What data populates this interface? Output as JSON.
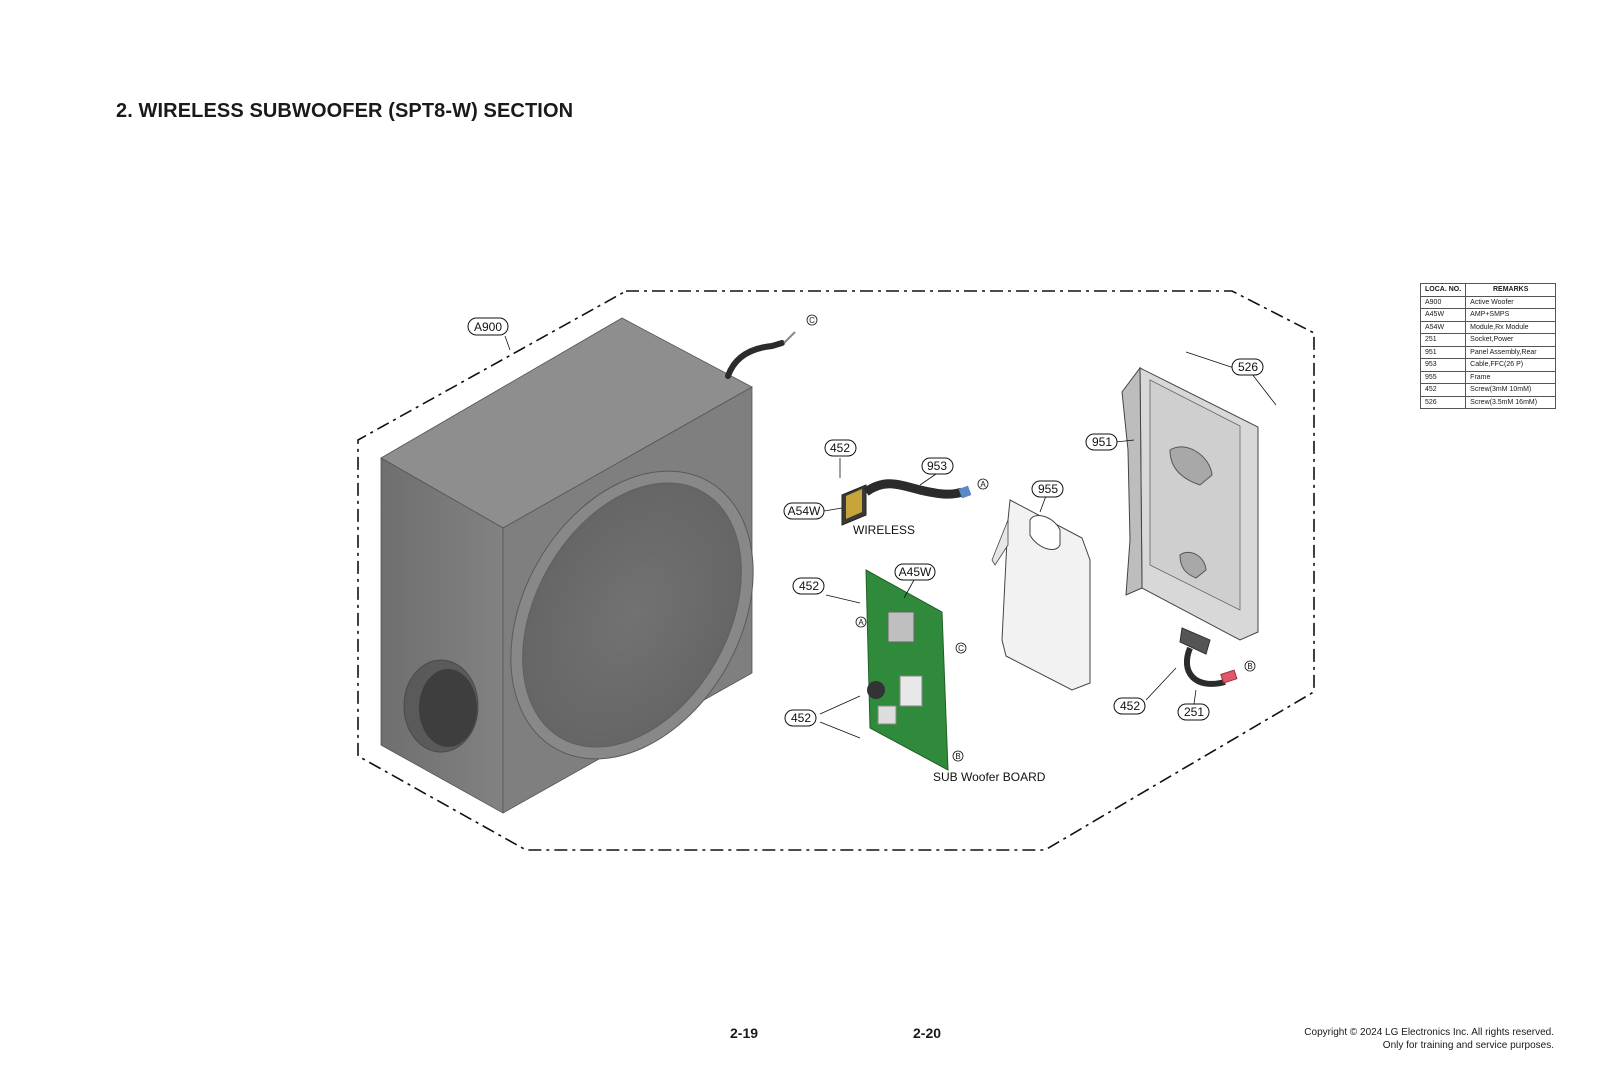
{
  "page_title": "2. WIRELESS SUBWOOFER (SPT8-W) SECTION",
  "callouts": {
    "a900": "A900",
    "c_top": "C",
    "p526": "526",
    "p951": "951",
    "p452_top": "452",
    "p953": "953",
    "a_wireless": "A",
    "a54w": "A54W",
    "p955": "955",
    "a45w": "A45W",
    "p452_left": "452",
    "a_board": "A",
    "c_board": "C",
    "p452_bottom": "452",
    "b_board": "B",
    "b_socket": "B",
    "p452_socket": "452",
    "p251": "251"
  },
  "labels": {
    "wireless": "WIRELESS",
    "sub_board": "SUB Woofer BOARD"
  },
  "parts_table": {
    "headers": [
      "LOCA. NO.",
      "REMARKS"
    ],
    "rows": [
      [
        "A900",
        "Active Woofer"
      ],
      [
        "A45W",
        "AMP+SMPS"
      ],
      [
        "A54W",
        "Module,Rx Module"
      ],
      [
        "251",
        "Socket,Power"
      ],
      [
        "951",
        "Panel Assembly,Rear"
      ],
      [
        "953",
        "Cable,FFC(26 P)"
      ],
      [
        "955",
        "Frame"
      ],
      [
        "452",
        "Screw(3mM 10mM)"
      ],
      [
        "526",
        "Screw(3.5mM 16mM)"
      ]
    ]
  },
  "footer": {
    "page_left": "2-19",
    "page_right": "2-20",
    "copyright_line1": "Copyright © 2024 LG Electronics Inc. All rights reserved.",
    "copyright_line2": "Only for training and service purposes."
  },
  "colors": {
    "woofer_body": "#7b7b7b",
    "woofer_top": "#8e8e8e",
    "pcb_green": "#2f8a3c",
    "cable": "#2b2b2b",
    "connector_red": "#e0566a"
  }
}
